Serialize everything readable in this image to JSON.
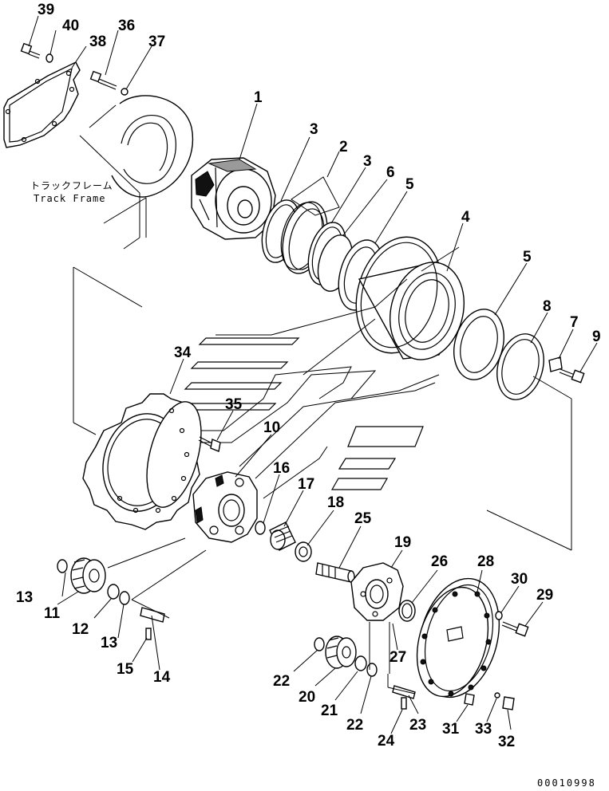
{
  "title": "",
  "frame_label": {
    "japanese": "トラックフレーム",
    "english": "Track Frame"
  },
  "drawing_number": "00010998",
  "callouts": {
    "c1": "1",
    "c2": "2",
    "c3a": "3",
    "c3b": "3",
    "c4": "4",
    "c5a": "5",
    "c5b": "5",
    "c6": "6",
    "c7": "7",
    "c8": "8",
    "c9": "9",
    "c10": "10",
    "c11": "11",
    "c12": "12",
    "c13a": "13",
    "c13b": "13",
    "c14": "14",
    "c15": "15",
    "c16": "16",
    "c17": "17",
    "c18": "18",
    "c19": "19",
    "c20": "20",
    "c21": "21",
    "c22a": "22",
    "c22b": "22",
    "c23": "23",
    "c24": "24",
    "c25": "25",
    "c26": "26",
    "c27": "27",
    "c28": "28",
    "c29": "29",
    "c30": "30",
    "c31": "31",
    "c32": "32",
    "c33": "33",
    "c34": "34",
    "c35": "35",
    "c36": "36",
    "c37": "37",
    "c38": "38",
    "c39": "39",
    "c40": "40"
  }
}
